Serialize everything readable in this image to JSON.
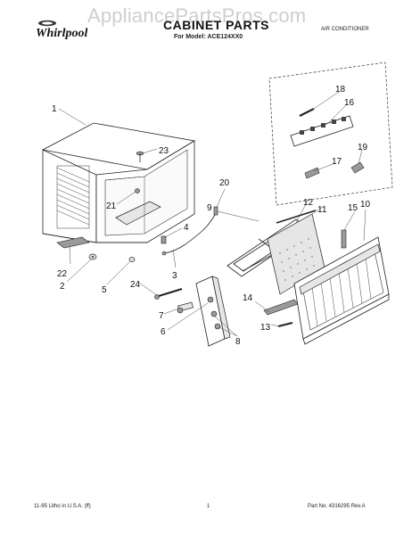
{
  "header": {
    "watermark": "AppliancePartsPros.com",
    "brand": "Whirlpool",
    "title": "CABINET PARTS",
    "subtitle": "For Model: ACE124XX0",
    "category": "AIR CONDITIONER"
  },
  "footer": {
    "left": "11-95 Litho in U.S.A. (ff)",
    "page": "1",
    "right": "Part No. 4316295 Rev.A"
  },
  "callouts": [
    "1",
    "2",
    "3",
    "4",
    "5",
    "6",
    "7",
    "8",
    "9",
    "10",
    "11",
    "12",
    "13",
    "14",
    "15",
    "16",
    "17",
    "18",
    "19",
    "20",
    "21",
    "22",
    "23",
    "24"
  ],
  "colors": {
    "ink": "#1a1a1a",
    "watermark": "#c9c9c9"
  }
}
